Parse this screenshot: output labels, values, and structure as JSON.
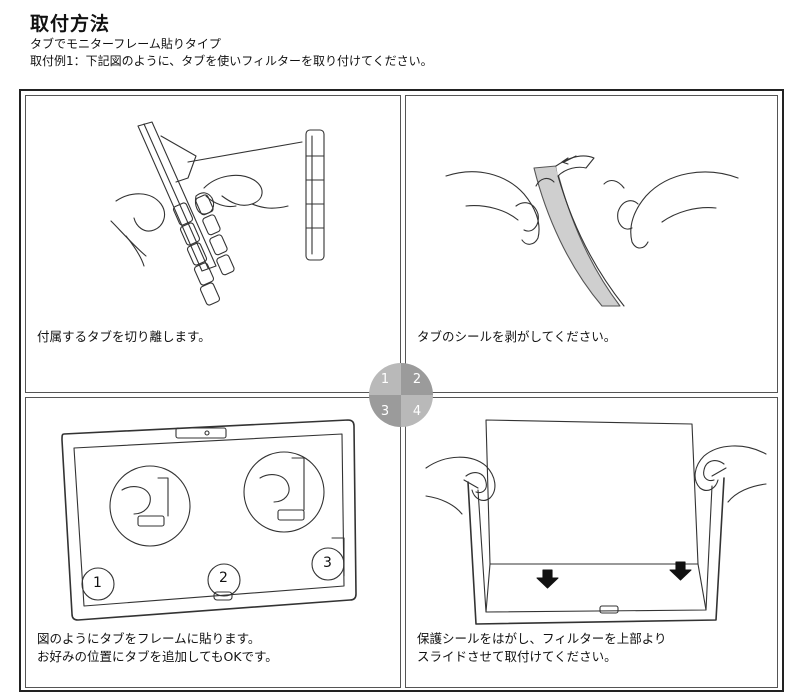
{
  "header": {
    "title": "取付方法",
    "subtitle": "タブでモニターフレーム貼りタイプ",
    "instruction": "取付例1：下記図のように、タブを使いフィルターを取り付けてください。"
  },
  "steps": [
    {
      "number": "1",
      "caption_lines": [
        "付属するタブを切り離します。"
      ]
    },
    {
      "number": "2",
      "caption_lines": [
        "タブのシールを剥がしてください。"
      ]
    },
    {
      "number": "3",
      "caption_lines": [
        "図のようにタブをフレームに貼ります。",
        "お好みの位置にタブを追加してもOKです。"
      ]
    },
    {
      "number": "4",
      "caption_lines": [
        "保護シールをはがし、フィルターを上部より",
        "スライドさせて取付けてください。"
      ]
    }
  ],
  "diagram_labels": {
    "marker_1": "1",
    "marker_2": "2",
    "marker_3": "3"
  },
  "colors": {
    "badge_light": "#b9b9b9",
    "badge_dark": "#9b9b9b",
    "line": "#333333",
    "adhesive": "#cfcfcf"
  }
}
